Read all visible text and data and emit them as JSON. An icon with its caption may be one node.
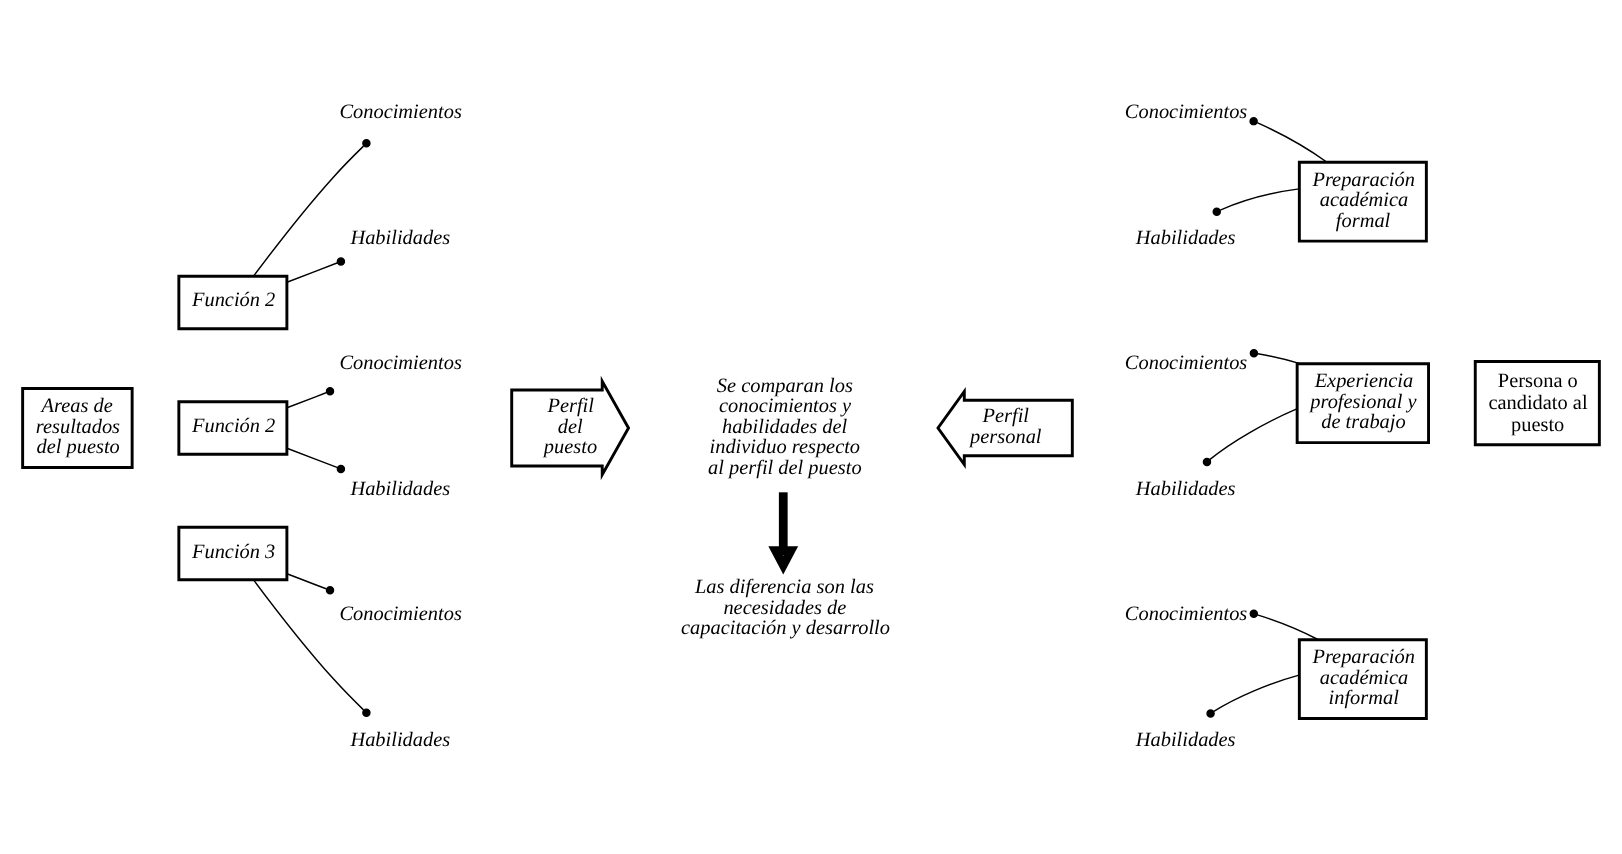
{
  "diagram": {
    "nodes": [
      {
        "text": [
          "Areas de resultados del puesto"
        ]
      },
      {
        "text": [
          "Función 2"
        ]
      },
      {
        "text": [
          "Conocimientos"
        ]
      },
      {
        "text": [
          "Habilidades"
        ]
      },
      {
        "text": [
          "Función 2"
        ]
      },
      {
        "text": [
          "Conocimientos"
        ]
      },
      {
        "text": [
          "Habilidades"
        ]
      },
      {
        "text": [
          "Función 3"
        ]
      },
      {
        "text": [
          "Conocimientos"
        ]
      },
      {
        "text": [
          "Habilidades"
        ]
      },
      {
        "text": [
          "Perfil del puesto"
        ]
      },
      {
        "text": [
          "Se comparan los conocimientos y habilidades del individuo respecto al perfil del puesto"
        ]
      },
      {
        "text": [
          "Las diferencia son las necesidades de capacitación y desarrollo"
        ]
      },
      {
        "text": [
          "Perfil personal"
        ]
      },
      {
        "text": [
          "Conocimientos"
        ]
      },
      {
        "text": [
          "Habilidades"
        ]
      },
      {
        "text": [
          "Preparación académica formal"
        ]
      },
      {
        "text": [
          "Conocimientos"
        ]
      },
      {
        "text": [
          "Habilidades"
        ]
      },
      {
        "text": [
          "Experiencia profesional y de trabajo"
        ]
      },
      {
        "text": [
          "Conocimientos"
        ]
      },
      {
        "text": [
          "Habilidades"
        ]
      },
      {
        "text": [
          "Preparación académica informal"
        ]
      },
      {
        "text": [
          "Persona o candidato al puesto"
        ]
      }
    ],
    "edges": [
      {
        "from": 1,
        "to": 2,
        "arrow": "other"
      },
      {
        "from": 1,
        "to": 3,
        "arrow": "other"
      },
      {
        "from": 4,
        "to": 5,
        "arrow": "other"
      },
      {
        "from": 4,
        "to": 6,
        "arrow": "other"
      },
      {
        "from": 7,
        "to": 8,
        "arrow": "other"
      },
      {
        "from": 7,
        "to": 9,
        "arrow": "other"
      },
      {
        "from": 11,
        "to": 12,
        "arrow": "to",
        "style": "thick"
      },
      {
        "from": 16,
        "to": 14,
        "arrow": "other"
      },
      {
        "from": 16,
        "to": 15,
        "arrow": "other"
      },
      {
        "from": 19,
        "to": 17,
        "arrow": "other"
      },
      {
        "from": 19,
        "to": 18,
        "arrow": "other"
      },
      {
        "from": 22,
        "to": 20,
        "arrow": "other"
      },
      {
        "from": 22,
        "to": 21,
        "arrow": "other"
      }
    ]
  }
}
